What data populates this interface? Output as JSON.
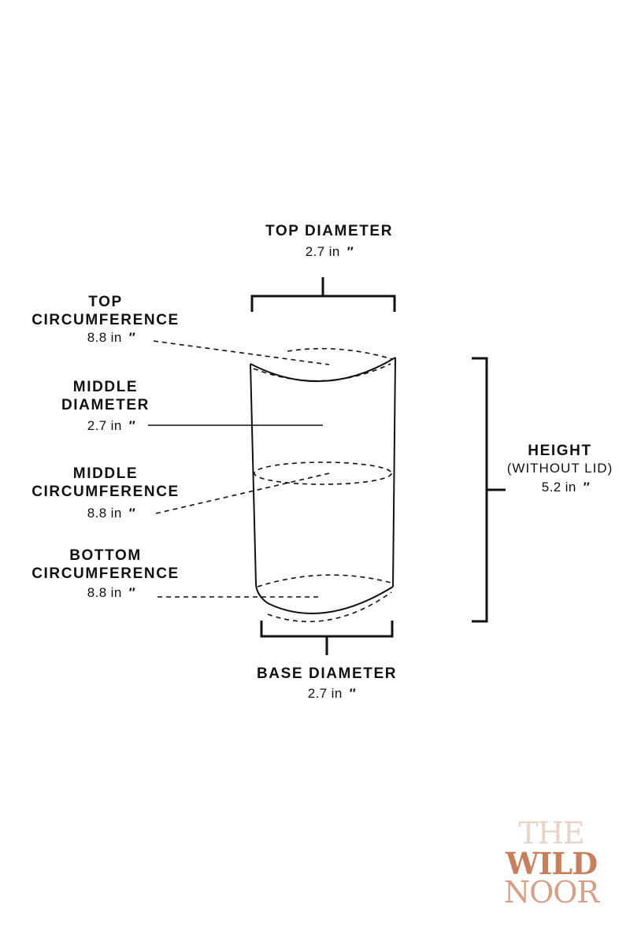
{
  "labels": {
    "top_diameter": {
      "title": "TOP DIAMETER",
      "value": "2.7 in",
      "mark": "″"
    },
    "top_circumference": {
      "line1": "TOP",
      "line2": "CIRCUMFERENCE",
      "value": "8.8 in",
      "mark": "″"
    },
    "middle_diameter": {
      "line1": "MIDDLE",
      "line2": "DIAMETER",
      "value": "2.7 in",
      "mark": "″"
    },
    "middle_circumference": {
      "line1": "MIDDLE",
      "line2": "CIRCUMFERENCE",
      "value": "8.8 in",
      "mark": "″"
    },
    "bottom_circumference": {
      "line1": "BOTTOM",
      "line2": "CIRCUMFERENCE",
      "value": "8.8 in",
      "mark": "″"
    },
    "base_diameter": {
      "title": "BASE DIAMETER",
      "value": "2.7 in",
      "mark": "″"
    },
    "height": {
      "title": "HEIGHT",
      "note": "(WITHOUT LID)",
      "value": "5.2 in",
      "mark": "″"
    }
  },
  "logo": {
    "line1": "THE",
    "line2": "WILD",
    "line3": "NOOR"
  },
  "colors": {
    "ink": "#111111",
    "background": "#ffffff",
    "logo_light": "#e8d3c6",
    "logo_mid": "#d4a088",
    "logo_dark": "#c6805e"
  }
}
